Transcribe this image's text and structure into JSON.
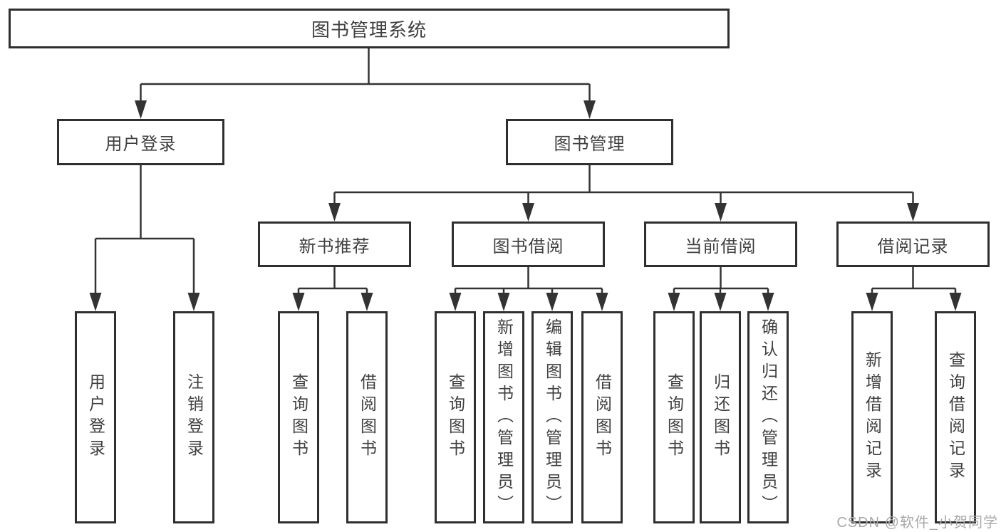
{
  "diagram": {
    "colors": {
      "border": "#2f2f2f",
      "line": "#333333",
      "text": "#404040",
      "watermark": "#a8a8a8",
      "background": "#ffffff"
    },
    "root": {
      "label": "图书管理系统",
      "children": [
        {
          "label": "用户登录",
          "children": [
            {
              "label": "用户登录"
            },
            {
              "label": "注销登录"
            }
          ]
        },
        {
          "label": "图书管理",
          "children": [
            {
              "label": "新书推荐",
              "children": [
                {
                  "label": "查询图书"
                },
                {
                  "label": "借阅图书"
                }
              ]
            },
            {
              "label": "图书借阅",
              "children": [
                {
                  "label": "查询图书"
                },
                {
                  "label": "新增图书（管理员）"
                },
                {
                  "label": "编辑图书（管理员）"
                },
                {
                  "label": "借阅图书"
                }
              ]
            },
            {
              "label": "当前借阅",
              "children": [
                {
                  "label": "查询图书"
                },
                {
                  "label": "归还图书"
                },
                {
                  "label": "确认归还（管理员）"
                }
              ]
            },
            {
              "label": "借阅记录",
              "children": [
                {
                  "label": "新增借阅记录"
                },
                {
                  "label": "查询借阅记录"
                }
              ]
            }
          ]
        }
      ]
    },
    "watermark": "CSDN @软件_小贺同学"
  }
}
